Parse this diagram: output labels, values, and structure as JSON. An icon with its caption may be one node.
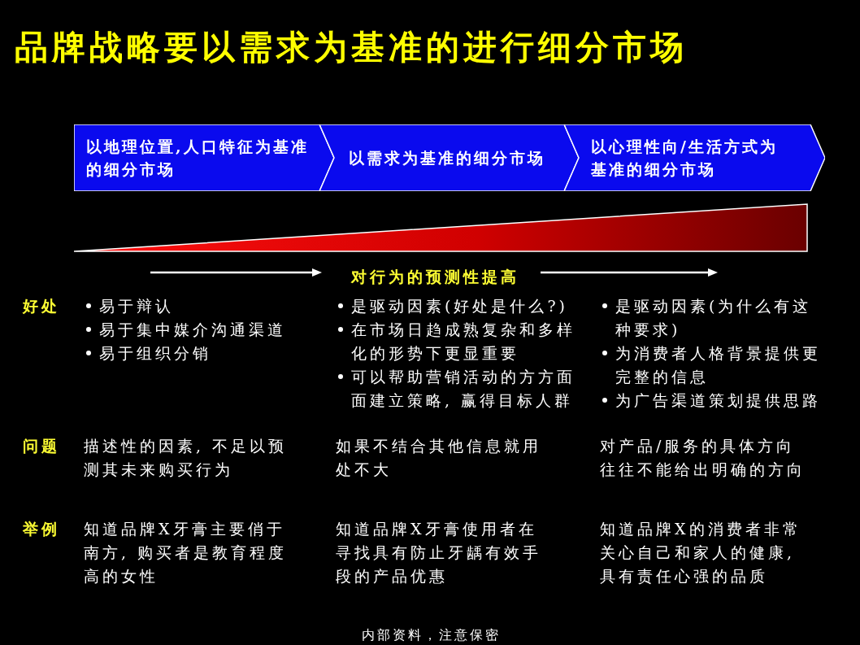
{
  "diagram": {
    "title": "品牌战略要以需求为基准的进行细分市场",
    "nodes": [
      {
        "text": [
          "以地理位置,人口特征为基准的细分市场"
        ]
      },
      {
        "text": [
          "以需求为基准的细分市场"
        ]
      },
      {
        "text": [
          "以心理性向/生活方式为基准的细分市场"
        ]
      },
      {
        "text": [],
        "shape": "triangle"
      }
    ],
    "labels": [
      "对行为的预测性提高",
      "好处",
      "易于辩认",
      "易于集中媒介沟通渠道",
      "易于组织分销",
      "是驱动因素(好处是什么?)",
      "在市场日趋成熟复杂和多样化的形势下更显重要",
      "可以帮助营销活动的方方面面建立策略, 赢得目标人群",
      "是驱动因素(为什么有这种要求)",
      "为消费者人格背景提供更完整的信息",
      "为广告渠道策划提供思路",
      "问题",
      "描述性的因素, 不足以预测其未来购买行为",
      "如果不结合其他信息就用处不大",
      "对产品/服务的具体方向往往不能给出明确的方向",
      "举例",
      "知道品牌X牙膏主要俏于南方, 购买者是教育程度高的女性",
      "知道品牌X牙膏使用者在寻找具有防止牙龋有效手段的产品优惠",
      "知道品牌X的消费者非常关心自己和家人的健康,具有责任心强的品质",
      "内部资料，注意保密"
    ]
  }
}
